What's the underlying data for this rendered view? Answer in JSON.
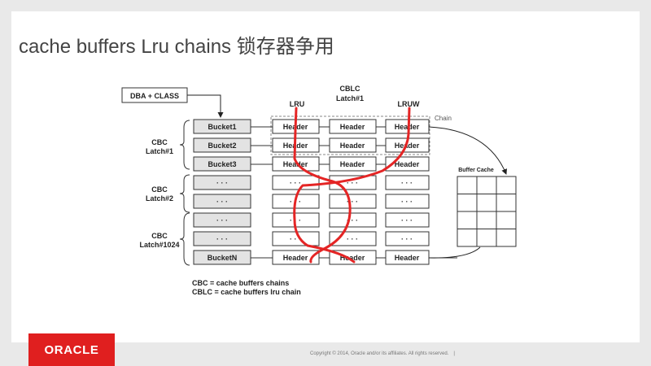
{
  "slide": {
    "title": "cache buffers Lru chains 锁存器争用"
  },
  "diagram": {
    "dba_label": "DBA + CLASS",
    "cblc_label": "CBLC",
    "cblc_latch_label": "Latch#1",
    "lru_label": "LRU",
    "lruw_label": "LRUW",
    "chain_label": "Chain",
    "cbc1_label": "CBC",
    "cbc1_latch": "Latch#1",
    "cbc2_label": "CBC",
    "cbc2_latch": "Latch#2",
    "cbc3_label": "CBC",
    "cbc3_latch": "Latch#1024",
    "buckets": [
      "Bucket1",
      "Bucket2",
      "Bucket3",
      "· · ·",
      "· · ·",
      "· · ·",
      "· · ·",
      "BucketN"
    ],
    "header_label": "Header",
    "ellipsis": "· · ·",
    "buffer_cache_label": "Buffer Cache",
    "legend_cbc": "CBC = cache buffers chains",
    "legend_cblc": "CBLC = cache buffers lru chain",
    "line_color": "#e42525"
  },
  "footer": {
    "logo_text": "ORACLE",
    "copyright": "Copyright © 2014, Oracle and/or its affiliates. All rights reserved.",
    "separator": "|"
  }
}
